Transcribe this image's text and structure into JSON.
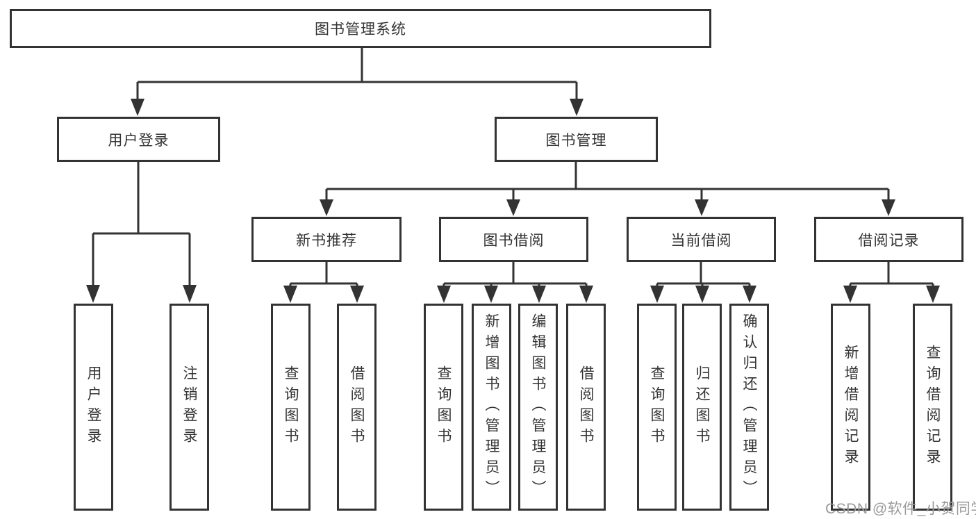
{
  "tree": {
    "root": {
      "label": "图书管理系统",
      "children": [
        {
          "label": "用户登录",
          "children": [
            {
              "label": "用户登录"
            },
            {
              "label": "注销登录"
            }
          ]
        },
        {
          "label": "图书管理",
          "children": [
            {
              "label": "新书推荐",
              "children": [
                {
                  "label": "查询图书"
                },
                {
                  "label": "借阅图书"
                }
              ]
            },
            {
              "label": "图书借阅",
              "children": [
                {
                  "label": "查询图书"
                },
                {
                  "label": "新增图书（管理员）"
                },
                {
                  "label": "编辑图书（管理员）"
                },
                {
                  "label": "借阅图书"
                }
              ]
            },
            {
              "label": "当前借阅",
              "children": [
                {
                  "label": "查询图书"
                },
                {
                  "label": "归还图书"
                },
                {
                  "label": "确认归还（管理员）"
                }
              ]
            },
            {
              "label": "借阅记录",
              "children": [
                {
                  "label": "新增借阅记录"
                },
                {
                  "label": "查询借阅记录"
                }
              ]
            }
          ]
        }
      ]
    }
  },
  "watermark": {
    "text": "CSDN @软件_小贺同学"
  },
  "colors": {
    "line": "#333333",
    "box_border": "#333333",
    "text": "#333333",
    "watermark": "#9b9b9b",
    "background": "#ffffff"
  }
}
